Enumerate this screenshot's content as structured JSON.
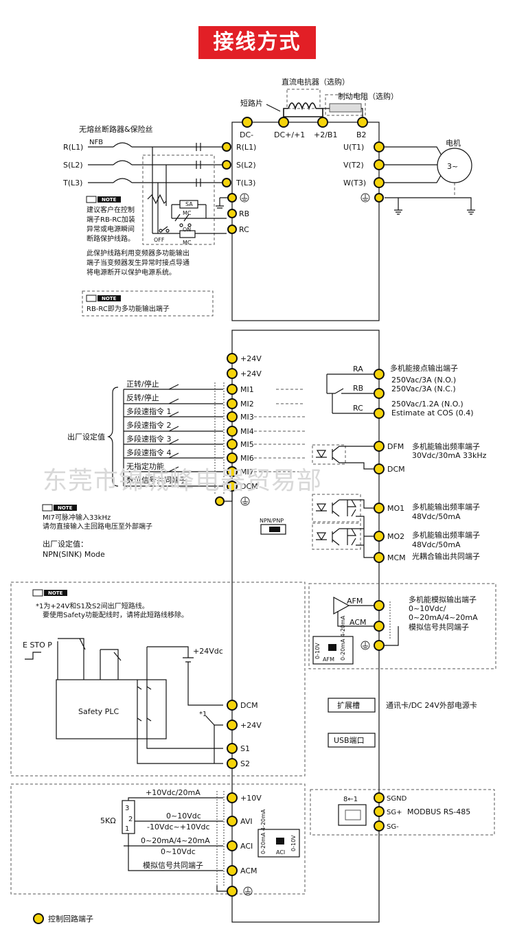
{
  "title": "接线方式",
  "watermark": "东莞市锦城峰电器贸易部",
  "top": {
    "dc_reactor": "直流电抗器（选购）",
    "brake_resistor": "制动电阻（选购）",
    "short_piece": "短路片",
    "breaker": "无熔丝断路器&保险丝",
    "nfb": "NFB",
    "motor": "电机",
    "motor_symbol": "3~",
    "bus_terminals": [
      "DC-",
      "DC+/+1",
      "+2/B1",
      "B2"
    ],
    "input_lines": [
      "R(L1)",
      "S(L2)",
      "T(L3)"
    ],
    "input_terminals": [
      "R(L1)",
      "S(L2)",
      "T(L3)"
    ],
    "output_terminals": [
      "U(T1)",
      "V(T2)",
      "W(T3)"
    ],
    "relay_terminals": [
      "RB",
      "RC"
    ],
    "sa": "SA",
    "mc": "MC",
    "on": "ON",
    "off": "OFF",
    "note_label": "NOTE",
    "note1_lines": [
      "建议客户在控制",
      "端子RB-RC加装",
      "异常或电源瞬间",
      "断路保护线路。"
    ],
    "note1_extra": [
      "此保护线路利用变频器多功能输出",
      "端子当变频器发生异常时接点导通",
      "将电源断开以保护电源系统。"
    ],
    "note2": "RB-RC即为多功能输出端子"
  },
  "control": {
    "power_terminals": [
      "+24V",
      "+24V"
    ],
    "factory_setting": "出厂设定值",
    "inputs": [
      {
        "func": "正转/停止",
        "term": "MI1"
      },
      {
        "func": "反转/停止",
        "term": "MI2"
      },
      {
        "func": "多段速指令 1",
        "term": "MI3"
      },
      {
        "func": "多段速指令 2",
        "term": "MI4"
      },
      {
        "func": "多段速指令 3",
        "term": "MI5"
      },
      {
        "func": "多段速指令 4",
        "term": "MI6"
      },
      {
        "func": "无指定功能",
        "term": "MI7"
      },
      {
        "func": "数位信号共同端子",
        "term": "DCM"
      }
    ],
    "mi7_note": [
      "MI7可脉冲输入33kHz",
      "请勿直接输入主回路电压至外部端子"
    ],
    "factory_mode_lines": [
      "出厂设定值：",
      "NPN(SINK) Mode"
    ],
    "npn_pnp": "NPN/PNP"
  },
  "outputs": {
    "relay": {
      "terms": [
        "RA",
        "RB",
        "RC"
      ],
      "title": "多机能接点输出端子",
      "specs": [
        "250Vac/3A (N.O.)",
        "250Vac/3A (N.C.)",
        "250Vac/1.2A (N.O.)",
        "Estimate at COS (0.4)"
      ]
    },
    "dfm": {
      "term": "DFM",
      "desc": [
        "多机能输出频率端子",
        "30Vdc/30mA  33kHz"
      ]
    },
    "dcm": "DCM",
    "mo1": {
      "term": "MO1",
      "desc": [
        "多机能输出频率端子",
        "48Vdc/50mA"
      ]
    },
    "mo2": {
      "term": "MO2",
      "desc": [
        "多机能输出频率端子",
        "48Vdc/50mA"
      ]
    },
    "mcm": {
      "term": "MCM",
      "desc": "光耦合输出共同端子"
    },
    "afm": {
      "term": "AFM",
      "desc": [
        "多机能模拟输出端子",
        "0~10Vdc/",
        "0~20mA/4~20mA"
      ]
    },
    "acm": {
      "term": "ACM",
      "desc": "模拟信号共同端子"
    },
    "afm_switch": [
      "0-10V",
      "0-20mA 4-20mA",
      "AFM"
    ],
    "expansion_slot": "扩展槽",
    "expansion_desc": "通讯卡/DC 24V外部电源卡",
    "usb_port": "USB端口",
    "rj45": "8←1",
    "modbus_terms": [
      "SGND",
      "SG+",
      "SG-"
    ],
    "modbus_label": "MODBUS  RS-485"
  },
  "safety": {
    "note_lines": [
      "*1为+24V和S1及S2间出厂短路线。",
      "要使用Safety功能配线时，请将此短路线移除。"
    ],
    "estop": "E STO P",
    "plc": "Safety PLC",
    "supply": "+24Vdc",
    "star1": "*1",
    "terms": [
      "DCM",
      "+24V",
      "S1",
      "S2"
    ]
  },
  "analog": {
    "terms": [
      "+10V",
      "AVI",
      "ACI",
      "ACM"
    ],
    "labels": [
      "+10Vdc/20mA",
      "0~10Vdc",
      "-10Vdc~+10Vdc",
      "0~20mA/4~20mA",
      "0~10Vdc",
      "模拟信号共同端子"
    ],
    "pot": "5KΩ",
    "pot_pins": [
      "3",
      "2",
      "1"
    ],
    "aci_switch": [
      "0-20mA 4-20mA",
      "0-10V",
      "ACI"
    ]
  },
  "legend": "控制回路端子",
  "colors": {
    "banner": "#e21f26",
    "terminal": "#f6d40b"
  }
}
